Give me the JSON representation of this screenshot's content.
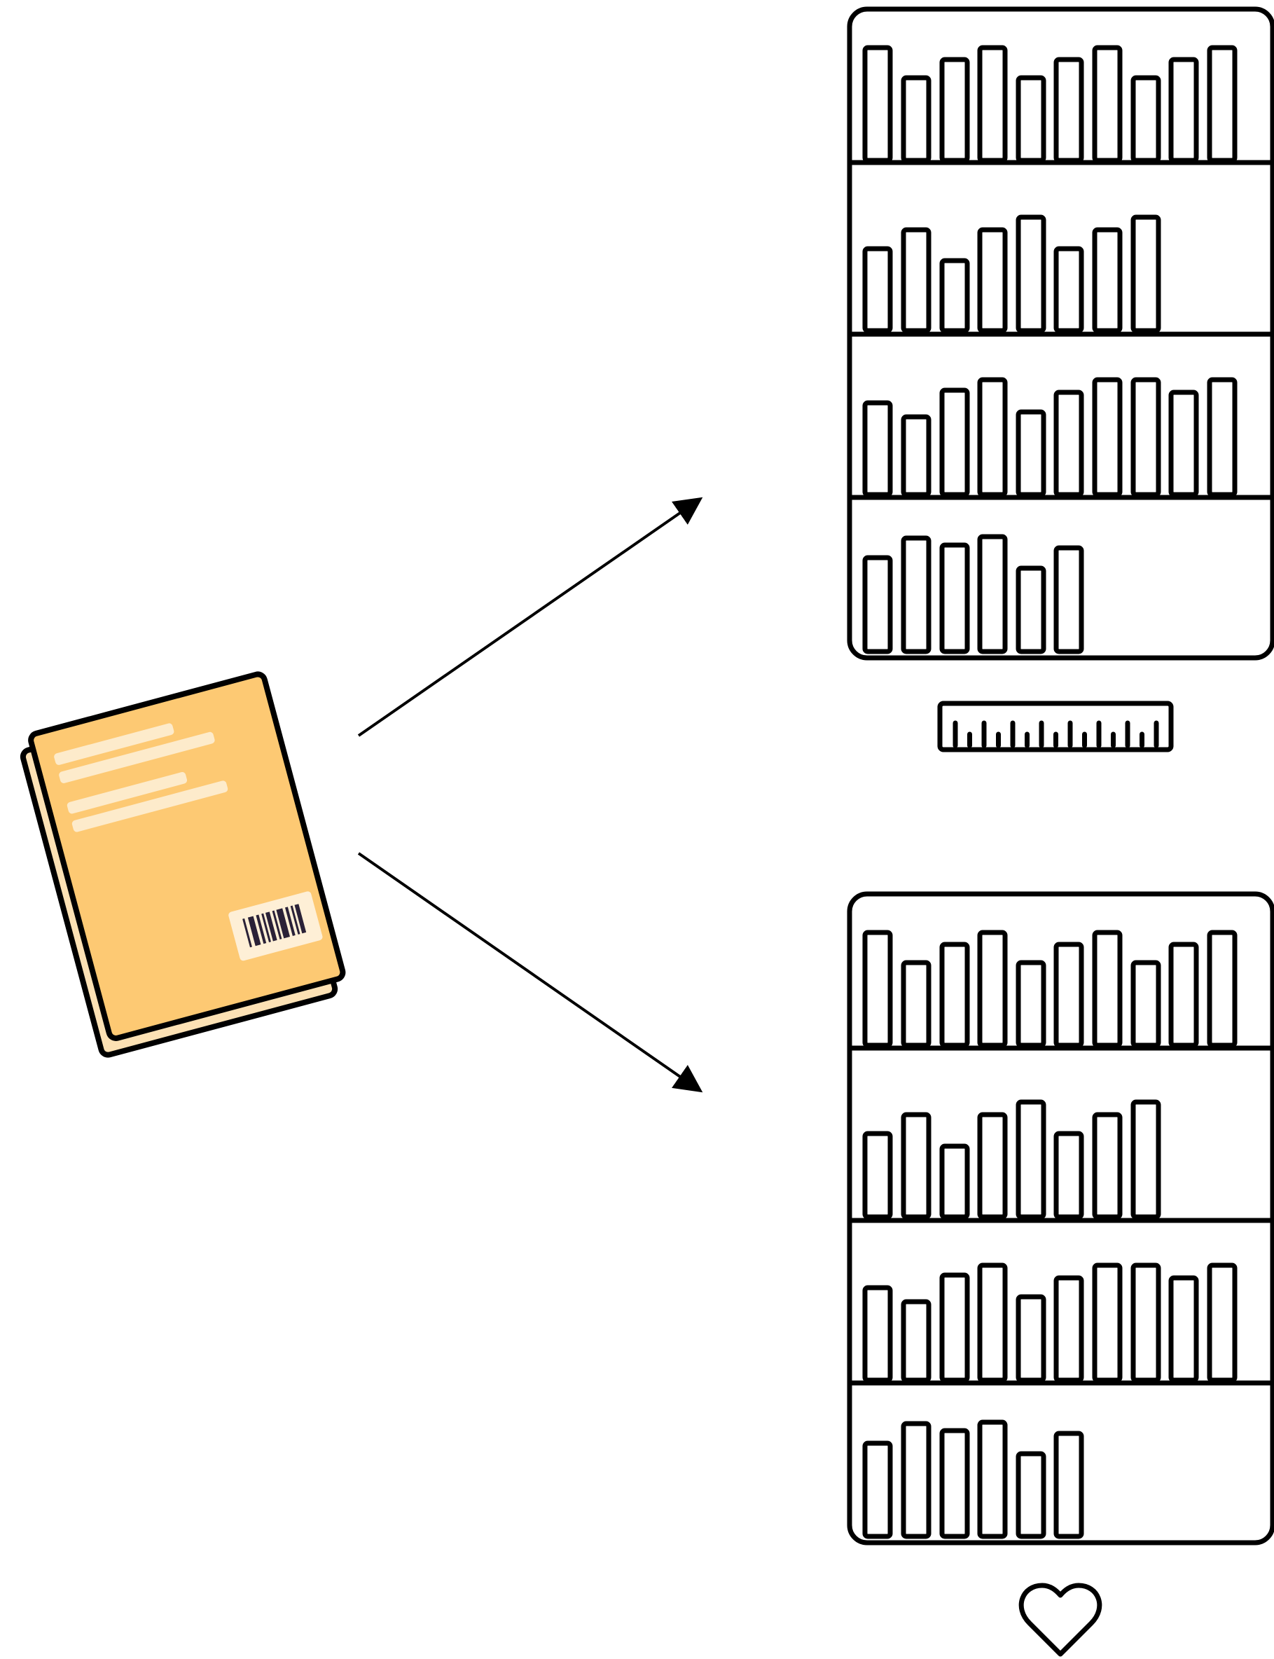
{
  "diagram": {
    "source": {
      "icon": "book-icon",
      "cover_color": "#FDC973",
      "page_color": "#FCE1B4",
      "text_line_color": "#FDEBCB",
      "barcode_label_color": "#FEEFD6",
      "barcode_bar_color": "#2A2137"
    },
    "edges": [
      {
        "from": "book",
        "to": "bookshelf-top",
        "icon": "arrow-icon"
      },
      {
        "from": "book",
        "to": "bookshelf-bottom",
        "icon": "arrow-icon"
      }
    ],
    "targets": [
      {
        "id": "bookshelf-top",
        "icon": "bookshelf-icon",
        "caption_icon": "ruler-icon"
      },
      {
        "id": "bookshelf-bottom",
        "icon": "bookshelf-icon",
        "caption_icon": "heart-icon"
      }
    ],
    "line_color": "#000000",
    "background_color": "#FFFFFF"
  }
}
